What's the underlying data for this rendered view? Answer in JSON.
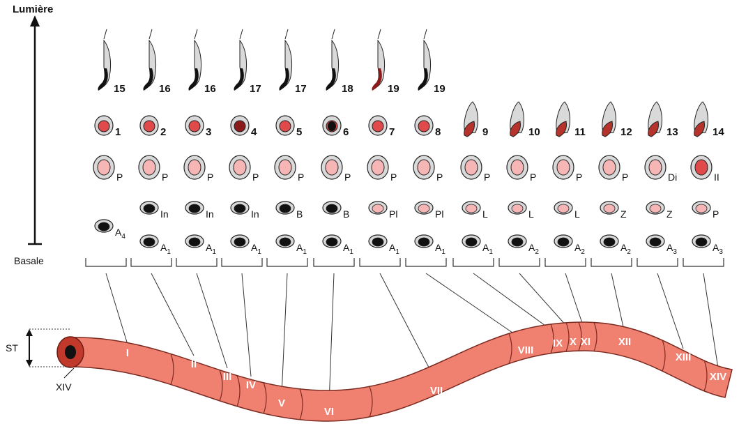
{
  "axis": {
    "top_label": "Lumière",
    "bottom_label": "Basale"
  },
  "tubule": {
    "diameter_label": "ST",
    "end_label": "XIV"
  },
  "stages": [
    {
      "roman": "I",
      "spermatid": "15",
      "round": "1",
      "spermatocyte": "P",
      "gonia_upper": null,
      "gonia_upper_sub": null,
      "gonia_lower": "A",
      "gonia_lower_sub": "4"
    },
    {
      "roman": "II",
      "spermatid": "16",
      "round": "2",
      "spermatocyte": "P",
      "gonia_upper": "In",
      "gonia_upper_sub": null,
      "gonia_lower": "A",
      "gonia_lower_sub": "1"
    },
    {
      "roman": "III",
      "spermatid": "16",
      "round": "3",
      "spermatocyte": "P",
      "gonia_upper": "In",
      "gonia_upper_sub": null,
      "gonia_lower": "A",
      "gonia_lower_sub": "1"
    },
    {
      "roman": "IV",
      "spermatid": "17",
      "round": "4",
      "spermatocyte": "P",
      "gonia_upper": "In",
      "gonia_upper_sub": null,
      "gonia_lower": "A",
      "gonia_lower_sub": "1"
    },
    {
      "roman": "V",
      "spermatid": "17",
      "round": "5",
      "spermatocyte": "P",
      "gonia_upper": "B",
      "gonia_upper_sub": null,
      "gonia_lower": "A",
      "gonia_lower_sub": "1"
    },
    {
      "roman": "VI",
      "spermatid": "18",
      "round": "6",
      "spermatocyte": "P",
      "gonia_upper": "B",
      "gonia_upper_sub": null,
      "gonia_lower": "A",
      "gonia_lower_sub": "1"
    },
    {
      "roman": "VII",
      "spermatid": "19",
      "round": "7",
      "spermatocyte": "P",
      "gonia_upper": "Pl",
      "gonia_upper_sub": null,
      "gonia_lower": "A",
      "gonia_lower_sub": "1"
    },
    {
      "roman": "VIII",
      "spermatid": "19",
      "round": "8",
      "spermatocyte": "P",
      "gonia_upper": "Pl",
      "gonia_upper_sub": null,
      "gonia_lower": "A",
      "gonia_lower_sub": "1"
    },
    {
      "roman": "IX",
      "spermatid": null,
      "round": "9",
      "spermatocyte": "P",
      "gonia_upper": "L",
      "gonia_upper_sub": null,
      "gonia_lower": "A",
      "gonia_lower_sub": "1"
    },
    {
      "roman": "X",
      "spermatid": null,
      "round": "10",
      "spermatocyte": "P",
      "gonia_upper": "L",
      "gonia_upper_sub": null,
      "gonia_lower": "A",
      "gonia_lower_sub": "2"
    },
    {
      "roman": "XI",
      "spermatid": null,
      "round": "11",
      "spermatocyte": "P",
      "gonia_upper": "L",
      "gonia_upper_sub": null,
      "gonia_lower": "A",
      "gonia_lower_sub": "2"
    },
    {
      "roman": "XII",
      "spermatid": null,
      "round": "12",
      "spermatocyte": "P",
      "gonia_upper": "Z",
      "gonia_upper_sub": null,
      "gonia_lower": "A",
      "gonia_lower_sub": "2"
    },
    {
      "roman": "XIII",
      "spermatid": null,
      "round": "13",
      "spermatocyte": "Di",
      "gonia_upper": "Z",
      "gonia_upper_sub": null,
      "gonia_lower": "A",
      "gonia_lower_sub": "3"
    },
    {
      "roman": "XIV",
      "spermatid": null,
      "round": "14",
      "spermatocyte": "II",
      "gonia_upper": "P",
      "gonia_upper_sub": null,
      "gonia_lower": "A",
      "gonia_lower_sub": "3"
    }
  ],
  "colors": {
    "tubule_fill": "#f08070",
    "tubule_dark": "#c0392b",
    "cell_outline": "#222222",
    "cytoplasm": "#d9d9d9",
    "pink_nucleus": "#f7b6b6",
    "red_nucleus": "#e04a4a",
    "dark_red": "#8b1a1a",
    "black_nucleus": "#111111"
  }
}
